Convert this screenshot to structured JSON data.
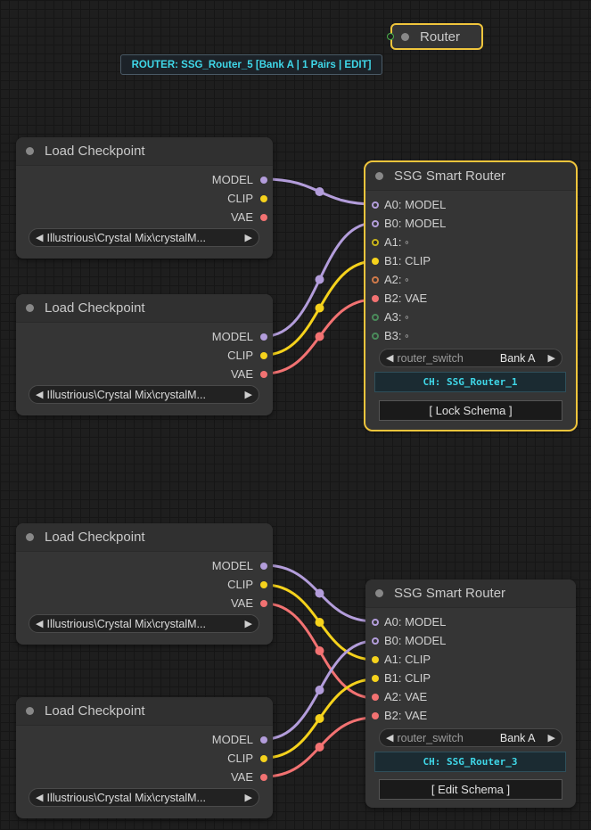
{
  "router_node": {
    "title": "Router"
  },
  "router_label": "ROUTER: SSG_Router_5 [Bank A | 1 Pairs | EDIT]",
  "checkpoints": [
    {
      "title": "Load Checkpoint",
      "outputs": [
        "MODEL",
        "CLIP",
        "VAE"
      ],
      "ckpt_name": "Illustrious\\Crystal Mix\\crystalM..."
    },
    {
      "title": "Load Checkpoint",
      "outputs": [
        "MODEL",
        "CLIP",
        "VAE"
      ],
      "ckpt_name": "Illustrious\\Crystal Mix\\crystalM..."
    },
    {
      "title": "Load Checkpoint",
      "outputs": [
        "MODEL",
        "CLIP",
        "VAE"
      ],
      "ckpt_name": "Illustrious\\Crystal Mix\\crystalM..."
    },
    {
      "title": "Load Checkpoint",
      "outputs": [
        "MODEL",
        "CLIP",
        "VAE"
      ],
      "ckpt_name": "Illustrious\\Crystal Mix\\crystalM..."
    }
  ],
  "smart_routers": [
    {
      "title": "SSG Smart Router",
      "inputs": [
        "A0: MODEL",
        "B0: MODEL",
        "A1: ◦",
        "B1: CLIP",
        "A2: ◦",
        "B2: VAE",
        "A3: ◦",
        "B3: ◦"
      ],
      "switch_label": "router_switch",
      "switch_value": "Bank A",
      "channel": "CH: SSG_Router_1",
      "schema_button": "[ Lock Schema ]"
    },
    {
      "title": "SSG Smart Router",
      "inputs": [
        "A0: MODEL",
        "B0: MODEL",
        "A1: CLIP",
        "B1: CLIP",
        "A2: VAE",
        "B2: VAE"
      ],
      "switch_label": "router_switch",
      "switch_value": "Bank A",
      "channel": "CH: SSG_Router_3",
      "schema_button": "[ Edit Schema ]"
    }
  ],
  "colors": {
    "model": "#b39ddb",
    "clip": "#f5d21c",
    "vae": "#f27272",
    "selection": "#f0c53c",
    "channel_text": "#3fd7e8"
  },
  "icons": {
    "combo_left": "◀",
    "combo_right": "▶"
  }
}
